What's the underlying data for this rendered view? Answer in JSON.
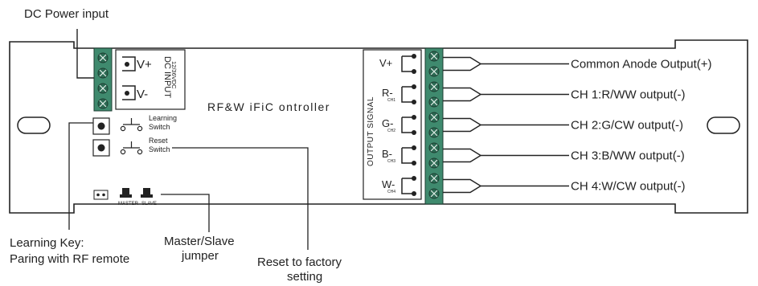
{
  "callouts": {
    "dc_power_input": "DC Power input",
    "learning_key_line1": "Learning Key:",
    "learning_key_line2": "Paring with RF remote",
    "master_slave_line1": "Master/Slave",
    "master_slave_line2": "jumper",
    "reset_factory_line1": "Reset to factory",
    "reset_factory_line2": "setting"
  },
  "board": {
    "title": "RF&W iFiC ontroller",
    "dc_input_label": "DC INPUT",
    "dc_input_voltage": "12/36VDC",
    "v_plus": "V+",
    "v_minus": "V-",
    "learning_switch_line1": "Learning",
    "learning_switch_line2": "Switch",
    "reset_switch_line1": "Reset",
    "reset_switch_line2": "Switch",
    "jumper_master": "MASTER",
    "jumper_slave": "SLAVE",
    "output_signal_label": "OUTPUT SIGNAL"
  },
  "output_pins": [
    {
      "label": "V+",
      "sub": ""
    },
    {
      "label": "R-",
      "sub": "CH1"
    },
    {
      "label": "G-",
      "sub": "CH2"
    },
    {
      "label": "B-",
      "sub": "CH3"
    },
    {
      "label": "W-",
      "sub": "CH4"
    }
  ],
  "output_callouts": [
    "Common Anode Output(+)",
    "CH 1:R/WW output(-)",
    "CH 2:G/CW output(-)",
    "CH 3:B/WW output(-)",
    "CH 4:W/CW output(-)"
  ],
  "colors": {
    "line": "#222222",
    "terminal_green": "#3f8a6e",
    "terminal_dark": "#1d3d31"
  }
}
